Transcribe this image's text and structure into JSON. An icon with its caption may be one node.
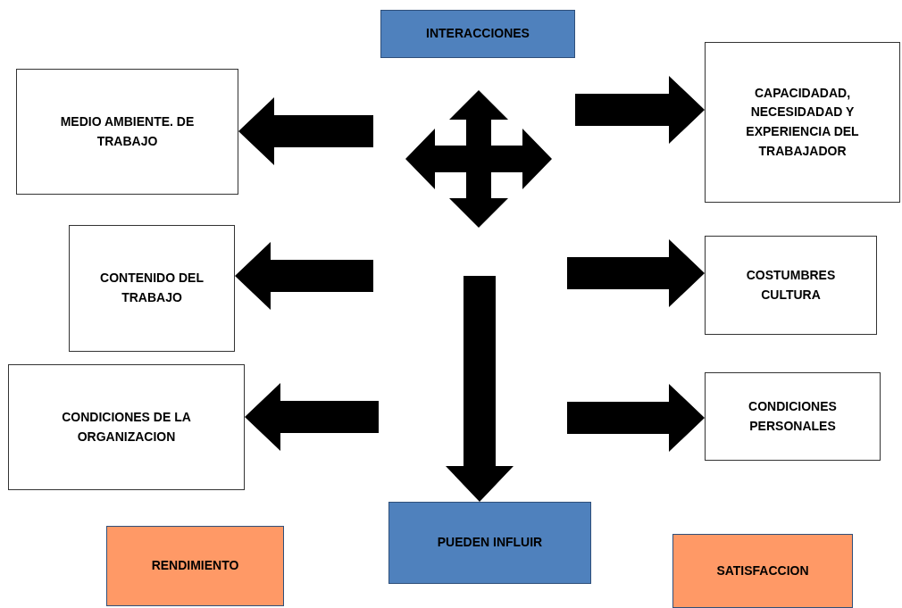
{
  "diagram": {
    "nodes": [
      {
        "text": [
          "INTERACCIONES"
        ]
      },
      {
        "text": [
          "MEDIO AMBIENTE. DE TRABAJO"
        ]
      },
      {
        "text": [
          "CAPACIDADAD, NECESIDADAD Y EXPERIENCIA DEL TRABAJADOR"
        ]
      },
      {
        "text": [
          "CONTENIDO DEL TRABAJO"
        ]
      },
      {
        "text": [
          "COSTUMBRES CULTURA"
        ]
      },
      {
        "text": [
          "CONDICIONES DE LA ORGANIZACION"
        ]
      },
      {
        "text": [
          "CONDICIONES PERSONALES"
        ]
      },
      {
        "text": [
          "RENDIMIENTO"
        ]
      },
      {
        "text": [
          "PUEDEN INFLUIR"
        ]
      },
      {
        "text": [
          "SATISFACCION"
        ]
      }
    ],
    "edges": [
      {
        "from": null,
        "to": 1,
        "arrow": "to",
        "style": "thick"
      },
      {
        "from": null,
        "to": 2,
        "arrow": "to",
        "style": "thick"
      },
      {
        "from": null,
        "to": 3,
        "arrow": "to",
        "style": "thick"
      },
      {
        "from": null,
        "to": 4,
        "arrow": "to",
        "style": "thick"
      },
      {
        "from": null,
        "to": 5,
        "arrow": "to",
        "style": "thick"
      },
      {
        "from": null,
        "to": 6,
        "arrow": "to",
        "style": "thick"
      },
      {
        "from": null,
        "to": 8,
        "arrow": "to",
        "style": "thick"
      }
    ]
  }
}
